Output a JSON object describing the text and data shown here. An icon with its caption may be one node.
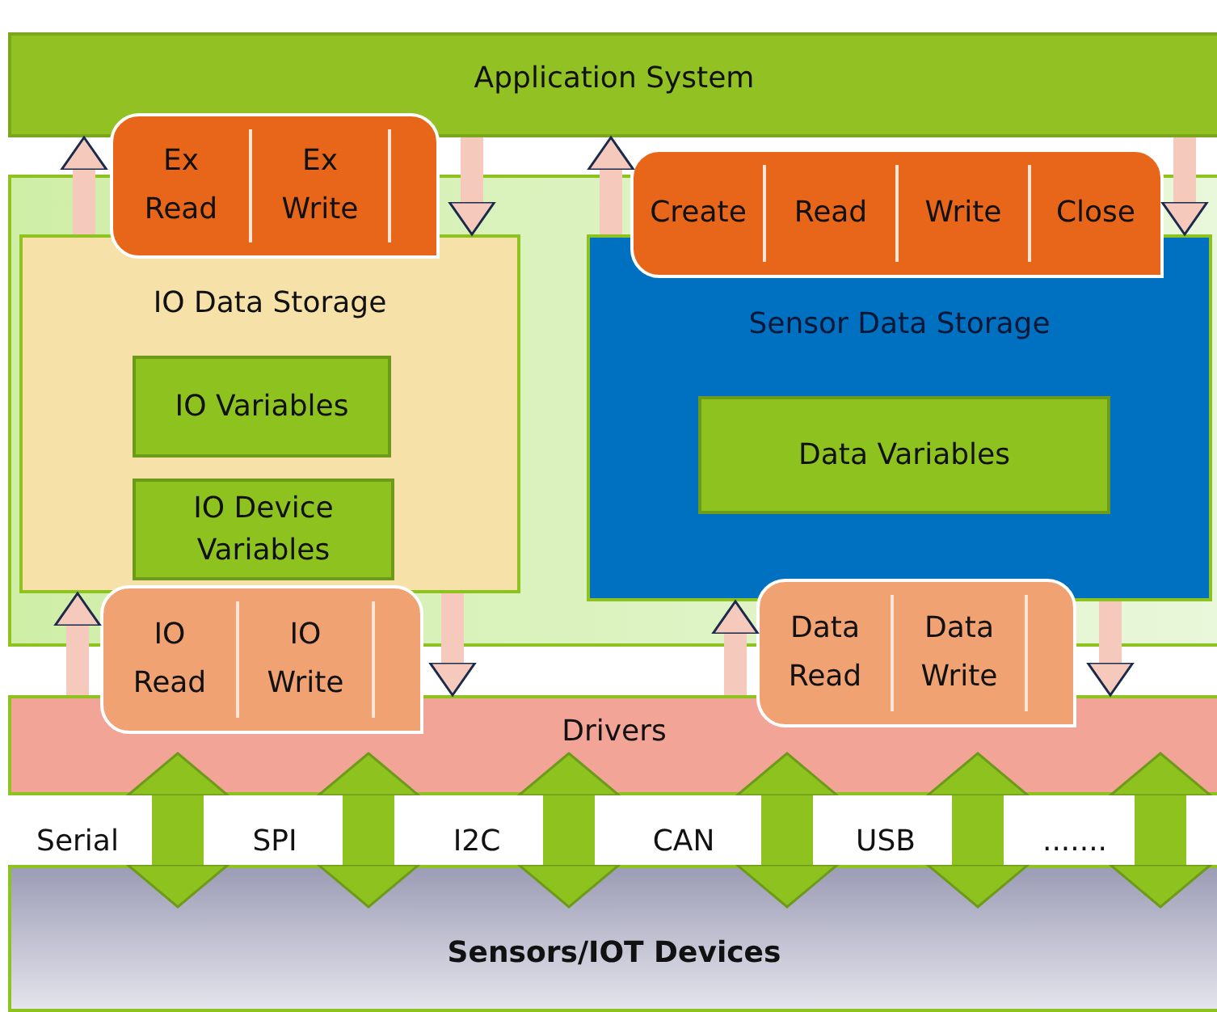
{
  "diagram": {
    "nodes": [
      {
        "text": [
          "Application System"
        ]
      },
      {
        "text": [
          "IO Data Storage"
        ]
      },
      {
        "text": [
          "Ex Read",
          "Ex Write"
        ]
      },
      {
        "text": [
          "IO Variables"
        ],
        "in": 1
      },
      {
        "text": [
          "IO Device Variables"
        ],
        "in": 1
      },
      {
        "text": [
          "IO Read",
          "IO Write"
        ]
      },
      {
        "text": [
          "Sensor Data Storage"
        ]
      },
      {
        "text": [
          "Create",
          "Read",
          "Write",
          "Close"
        ]
      },
      {
        "text": [
          "Data Variables"
        ],
        "in": 6
      },
      {
        "text": [
          "Data Read",
          "Data Write"
        ]
      },
      {
        "text": [
          "Drivers"
        ]
      },
      {
        "text": [
          "Sensors/IOT Devices"
        ]
      }
    ],
    "edges": [
      {
        "from": 1,
        "to": 0,
        "arrow": "to"
      },
      {
        "from": 0,
        "to": 1,
        "arrow": "to"
      },
      {
        "from": 6,
        "to": 0,
        "arrow": "to"
      },
      {
        "from": 0,
        "to": 6,
        "arrow": "to"
      },
      {
        "from": 10,
        "to": 1,
        "arrow": "to"
      },
      {
        "from": 1,
        "to": 10,
        "arrow": "to"
      },
      {
        "from": 10,
        "to": 6,
        "arrow": "to"
      },
      {
        "from": 6,
        "to": 10,
        "arrow": "to"
      },
      {
        "from": 10,
        "to": 11,
        "arrow": "both",
        "style": "thick",
        "color": "#8dc21f"
      },
      {
        "from": 10,
        "to": 11,
        "arrow": "both",
        "style": "thick",
        "color": "#8dc21f"
      },
      {
        "from": 10,
        "to": 11,
        "arrow": "both",
        "style": "thick",
        "color": "#8dc21f"
      },
      {
        "from": 10,
        "to": 11,
        "arrow": "both",
        "style": "thick",
        "color": "#8dc21f"
      },
      {
        "from": 10,
        "to": 11,
        "arrow": "both",
        "style": "thick",
        "color": "#8dc21f"
      },
      {
        "from": 10,
        "to": 11,
        "arrow": "both",
        "style": "thick",
        "color": "#8dc21f"
      }
    ],
    "labels": [
      "Serial",
      "SPI",
      "I2C",
      "CAN",
      "USB",
      "......."
    ]
  }
}
